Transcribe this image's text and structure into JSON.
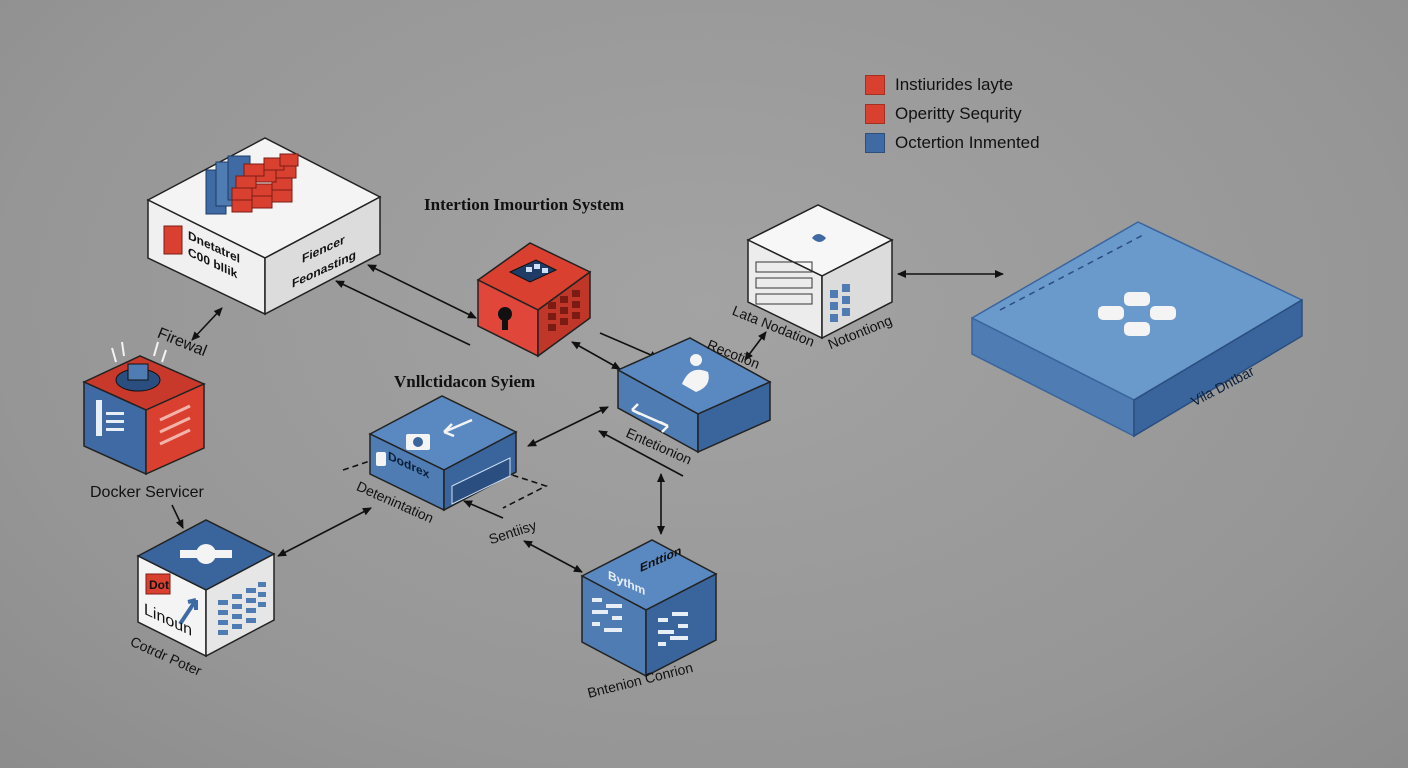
{
  "legend": {
    "items": [
      {
        "label": "Instiurides layte",
        "color": "#d9402f"
      },
      {
        "label": "Operitty Sequrity",
        "color": "#d9402f"
      },
      {
        "label": "Octertion Inmented",
        "color": "#3f6aa3"
      }
    ]
  },
  "titles": {
    "intention_system": "Intertion Imourtion System",
    "validation_system": "Vnllctidacon Syiem"
  },
  "nodes": {
    "top_box": {
      "text_left": "Dnetatrel",
      "text_left2": "C00 bllik",
      "text_right": "Fiencer",
      "text_right2": "Feonasting"
    },
    "firewall": {
      "label": "Firewal"
    },
    "docker": {
      "label": "Docker Servicer"
    },
    "container": {
      "face_red": "Dot",
      "face_text": "Linoun",
      "label": "Cotrdr Poter"
    },
    "mid_box": {
      "face_text": "Dodrex",
      "label": "Detenintation"
    },
    "top_right_box": {
      "label_left": "Lata Nodation",
      "label_right": "Notontiong"
    },
    "center_box": {
      "label_top": "Recotion",
      "label_bottom": "Entetionion"
    },
    "bottom_box": {
      "top_text": "Enttion",
      "top_text2": "Bythm",
      "label": "Bntenion Conrion"
    },
    "platform": {
      "label": "Vila Dntbar"
    }
  },
  "edges": {
    "security_label": "Sentiisy"
  },
  "colors": {
    "red": "#d9402f",
    "blue": "#4f7db3",
    "background": "#9a9a9a"
  }
}
